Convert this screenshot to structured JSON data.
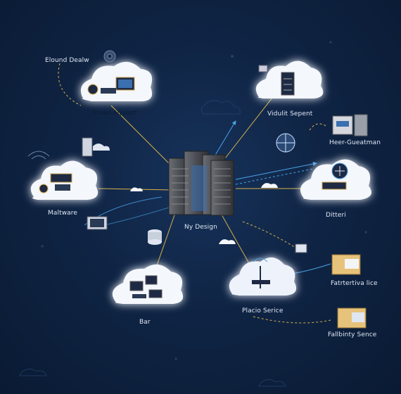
{
  "nodes": {
    "top_left_caption": "Elound Dealw",
    "top_left_label": "Sruad Aquiart",
    "top_right_label": "Vidulit Sepent",
    "right_upper_label": "Heer-Gueatman",
    "left_label": "Maltware",
    "right_label": "Ditteri",
    "center_label": "Ny Design",
    "bottom_left_label": "Bar",
    "bottom_center_label": "Placio Serice",
    "bottom_right_label": "Fatrtertiva lice",
    "far_bottom_right_label": "Fallbinty Sence"
  },
  "colors": {
    "background": "#0f2444",
    "line_gold": "#d9b24c",
    "line_blue": "#4aa3e8",
    "cloud": "#f4f7fc",
    "glow": "#5aa9ff"
  }
}
